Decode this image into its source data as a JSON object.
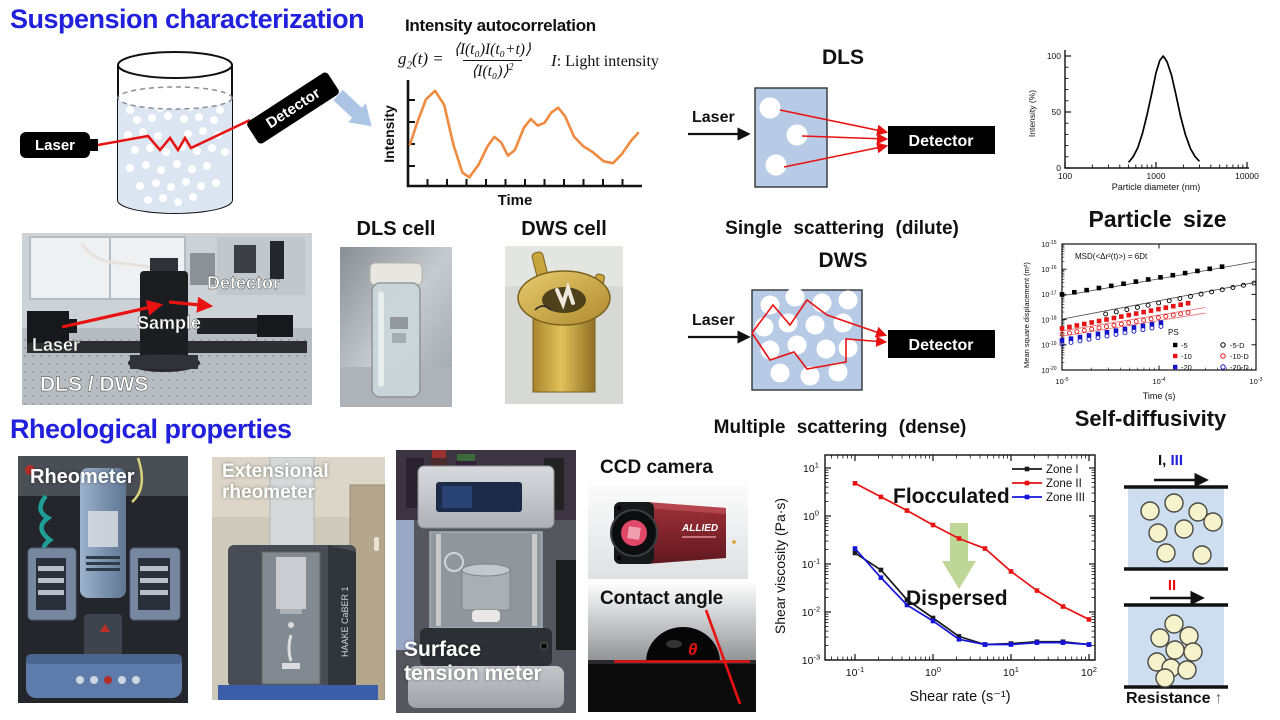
{
  "slide": {
    "title1": "Suspension characterization",
    "title2": "Rheological properties",
    "accent": "#2121dd"
  },
  "beaker": {
    "laser": "Laser",
    "detector": "Detector"
  },
  "autocorr": {
    "title": "Intensity autocorrelation",
    "eq_g": "g",
    "eq_sub": "2",
    "eq_mid": "(t) =",
    "eq_num": "⟨I(t₀)I(t₀+t)⟩",
    "eq_den": "⟨I(t₀)⟩",
    "eq_den_sup": "2",
    "note_i": "I",
    "note_rest": ": Light intensity"
  },
  "dls": {
    "title": "DLS",
    "laser": "Laser",
    "detector": "Detector",
    "caption": "Single scattering (dilute)"
  },
  "dws": {
    "title": "DWS",
    "laser": "Laser",
    "detector": "Detector",
    "caption": "Multiple scattering (dense)"
  },
  "equipment": {
    "detector": "Detector",
    "sample": "Sample",
    "laser": "Laser",
    "caption": "DLS / DWS"
  },
  "cells": {
    "dls": "DLS cell",
    "dws": "DWS cell"
  },
  "photos": {
    "rheometer": "Rheometer",
    "extensional1": "Extensional",
    "extensional2": "rheometer",
    "haake": "HAAKE CaBER 1",
    "surface1": "Surface",
    "surface2": "tension meter",
    "ccd": "CCD camera",
    "allied": "ALLIED",
    "contact": "Contact angle",
    "theta": "θ"
  },
  "flow": {
    "top_black": "I,",
    "top_blue": "III",
    "mid": "II",
    "resistance": "Resistance",
    "up": "↑"
  },
  "chart_data": [
    {
      "type": "line",
      "title": "Intensity autocorrelation",
      "xlabel": "Time",
      "ylabel": "Intensity",
      "axes": "qualitative, unlabeled ticks",
      "color": "#f08a3f",
      "points_norm": [
        [
          0,
          0.4
        ],
        [
          0.03,
          0.62
        ],
        [
          0.07,
          0.88
        ],
        [
          0.11,
          0.97
        ],
        [
          0.15,
          0.82
        ],
        [
          0.19,
          0.4
        ],
        [
          0.23,
          0.1
        ],
        [
          0.26,
          0.05
        ],
        [
          0.3,
          0.18
        ],
        [
          0.34,
          0.38
        ],
        [
          0.37,
          0.48
        ],
        [
          0.4,
          0.42
        ],
        [
          0.43,
          0.28
        ],
        [
          0.46,
          0.34
        ],
        [
          0.5,
          0.58
        ],
        [
          0.53,
          0.67
        ],
        [
          0.56,
          0.6
        ],
        [
          0.59,
          0.63
        ],
        [
          0.62,
          0.74
        ],
        [
          0.65,
          0.79
        ],
        [
          0.68,
          0.7
        ],
        [
          0.72,
          0.48
        ],
        [
          0.76,
          0.38
        ],
        [
          0.8,
          0.32
        ],
        [
          0.85,
          0.22
        ],
        [
          0.89,
          0.2
        ],
        [
          0.93,
          0.3
        ],
        [
          0.97,
          0.44
        ],
        [
          1,
          0.52
        ]
      ]
    },
    {
      "type": "line",
      "title": "Particle size",
      "xlabel": "Particle diameter (nm)",
      "ylabel": "Intensity (%)",
      "xscale": "log",
      "xlim": [
        100,
        10000
      ],
      "ylim": [
        0,
        100
      ],
      "xticks": [
        100,
        1000,
        10000
      ],
      "yticks": [
        0,
        50,
        100
      ],
      "color": "#000000",
      "points": [
        [
          500,
          5
        ],
        [
          560,
          10
        ],
        [
          630,
          18
        ],
        [
          710,
          31
        ],
        [
          800,
          48
        ],
        [
          900,
          67
        ],
        [
          1000,
          85
        ],
        [
          1100,
          96
        ],
        [
          1200,
          100
        ],
        [
          1320,
          95
        ],
        [
          1480,
          83
        ],
        [
          1650,
          66
        ],
        [
          1850,
          47
        ],
        [
          2100,
          30
        ],
        [
          2400,
          17
        ],
        [
          2700,
          10
        ],
        [
          3000,
          6
        ]
      ]
    },
    {
      "type": "scatter",
      "title": "Self-diffusivity",
      "xlabel": "Time (s)",
      "ylabel": "Mean square displacement (m²)",
      "annotation": "MSD(<Δr²(t)>) = 6Dt",
      "legend_title": "PS",
      "xscale": "log",
      "yscale": "log",
      "xlim_exp": [
        -5,
        -3
      ],
      "ylim_exp": [
        -20,
        -15
      ],
      "series": [
        {
          "name": "-5",
          "color": "#000000",
          "marker": "square",
          "filled": true,
          "log_start": [
            -5,
            -17.0
          ],
          "log_end": [
            -3.35,
            -15.9
          ],
          "n": 14
        },
        {
          "name": "-5-D",
          "color": "#000000",
          "marker": "circle",
          "filled": false,
          "log_start": [
            -4.55,
            -17.78
          ],
          "log_end": [
            -3.02,
            -16.55
          ],
          "n": 15
        },
        {
          "name": "-10",
          "color": "#e81212",
          "marker": "square",
          "filled": true,
          "log_start": [
            -5,
            -18.35
          ],
          "log_end": [
            -3.7,
            -17.35
          ],
          "n": 18
        },
        {
          "name": "-10-D",
          "color": "#e81212",
          "marker": "circle",
          "filled": false,
          "log_start": [
            -5,
            -18.58
          ],
          "log_end": [
            -3.7,
            -17.72
          ],
          "n": 18
        },
        {
          "name": "-20",
          "color": "#1414c8",
          "marker": "square",
          "filled": true,
          "log_start": [
            -5,
            -18.82
          ],
          "log_end": [
            -3.98,
            -18.12
          ],
          "n": 12
        },
        {
          "name": "-20-D",
          "color": "#1414c8",
          "marker": "circle",
          "filled": false,
          "log_start": [
            -5,
            -18.97
          ],
          "log_end": [
            -3.98,
            -18.27
          ],
          "n": 12
        }
      ],
      "fit_lines": [
        [
          -5,
          -17.06,
          -3.0,
          -15.7,
          "#444"
        ],
        [
          -5,
          -17.98,
          -3.0,
          -16.52,
          "#444"
        ],
        [
          -5,
          -18.45,
          -3.52,
          -17.52,
          "#e87070"
        ],
        [
          -5,
          -18.66,
          -3.52,
          -17.74,
          "#e87070"
        ]
      ]
    },
    {
      "type": "line-scatter",
      "title": "",
      "xlabel": "Shear rate (s⁻¹)",
      "ylabel": "Shear viscosity (Pa·s)",
      "xscale": "log",
      "yscale": "log",
      "xlim": [
        0.04,
        126
      ],
      "ylim": [
        0.001,
        14
      ],
      "xticks_exp": [
        -1,
        0,
        1,
        2
      ],
      "yticks_exp": [
        -3,
        -2,
        -1,
        0,
        1
      ],
      "x": [
        0.1,
        0.215,
        0.464,
        1,
        2.15,
        4.64,
        10,
        21.5,
        46.4,
        100
      ],
      "series": [
        {
          "name": "Zone I",
          "color": "#1a1a1a",
          "values": [
            0.17,
            0.075,
            0.018,
            0.0075,
            0.0031,
            0.0021,
            0.0022,
            0.0024,
            0.0024,
            0.0021
          ]
        },
        {
          "name": "Zone II",
          "color": "#e81212",
          "values": [
            4.8,
            2.5,
            1.3,
            0.65,
            0.34,
            0.21,
            0.07,
            0.028,
            0.013,
            0.007
          ]
        },
        {
          "name": "Zone III",
          "color": "#1414dd",
          "values": [
            0.21,
            0.052,
            0.014,
            0.0065,
            0.0027,
            0.0021,
            0.0021,
            0.0023,
            0.0023,
            0.0021
          ]
        }
      ],
      "annotations": {
        "flocculated": "Flocculated",
        "dispersed": "Dispersed"
      }
    }
  ]
}
